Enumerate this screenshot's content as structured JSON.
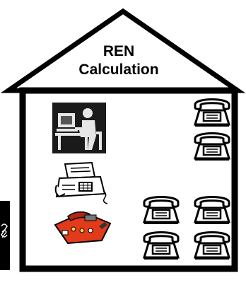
{
  "title": {
    "line1": "REN",
    "line2": "Calculation"
  },
  "devices": {
    "computer": "computer-user-icon",
    "fax": "fax-machine-icon",
    "answering_machine": "answering-machine-icon",
    "telephone": "telephone-icon",
    "telephone_count": 6
  },
  "colors": {
    "outline": "#000000",
    "background": "#ffffff",
    "answering_machine": "#e23a1a"
  }
}
